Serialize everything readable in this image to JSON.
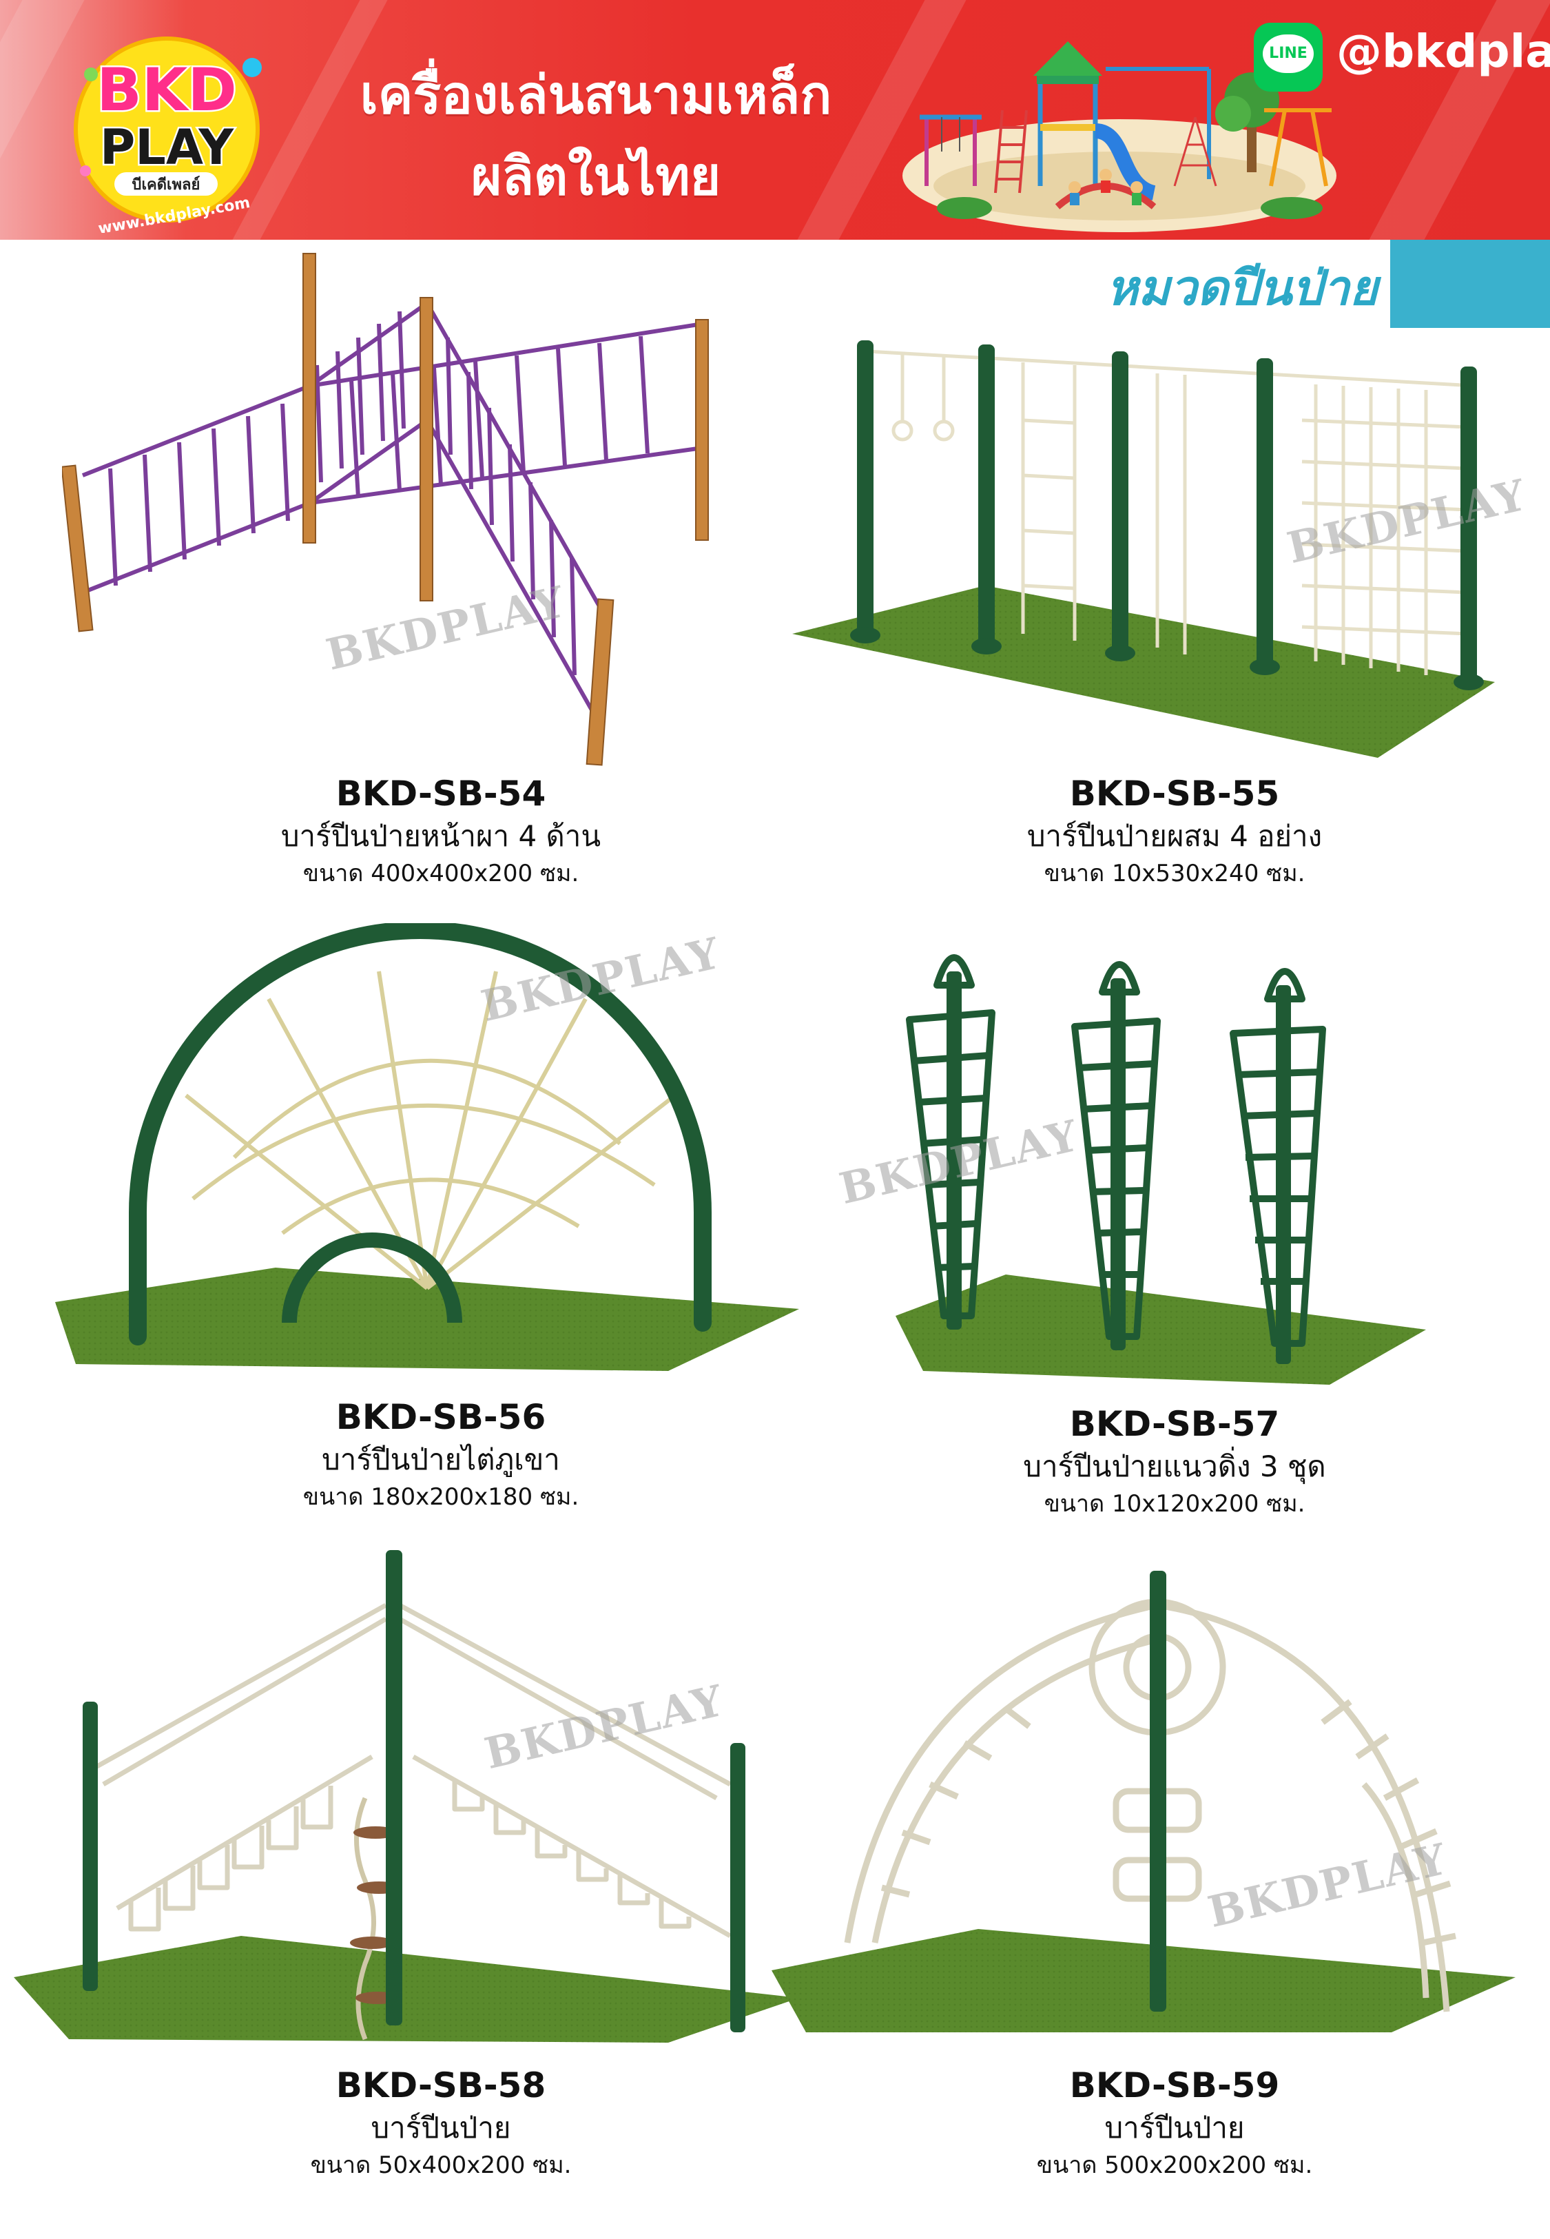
{
  "banner": {
    "logo_line1": "BKD",
    "logo_line2": "PLAY",
    "logo_thai": "บีเคดีเพลย์",
    "logo_url": "www.bkdplay.com",
    "headline_line1": "เครื่องเล่นสนามเหล็ก",
    "headline_line2": "ผลิตในไทย",
    "line_icon": "LINE",
    "line_handle": "@bkdplay"
  },
  "category": {
    "title": "หมวดปีนป่าย"
  },
  "watermark": "BKDPLAY",
  "colors": {
    "banner_red": "#e42d2b",
    "accent_cyan": "#3ab1cd",
    "frame_green": "#1f5a34",
    "turf_green": "#5a8a2c",
    "frame_purple": "#7b3e9a",
    "post_wood": "#c9853c"
  },
  "products": [
    {
      "code": "BKD-SB-54",
      "name": "บาร์ปีนป่ายหน้าผา 4 ด้าน",
      "size": "ขนาด 400x400x200 ซม."
    },
    {
      "code": "BKD-SB-55",
      "name": "บาร์ปีนป่ายผสม 4 อย่าง",
      "size": "ขนาด 10x530x240 ซม."
    },
    {
      "code": "BKD-SB-56",
      "name": "บาร์ปีนป่ายไต่ภูเขา",
      "size": "ขนาด 180x200x180 ซม."
    },
    {
      "code": "BKD-SB-57",
      "name": "บาร์ปีนป่ายแนวดิ่ง 3 ชุด",
      "size": "ขนาด 10x120x200 ซม."
    },
    {
      "code": "BKD-SB-58",
      "name": "บาร์ปีนป่าย",
      "size": "ขนาด 50x400x200 ซม."
    },
    {
      "code": "BKD-SB-59",
      "name": "บาร์ปีนป่าย",
      "size": "ขนาด 500x200x200 ซม."
    }
  ]
}
